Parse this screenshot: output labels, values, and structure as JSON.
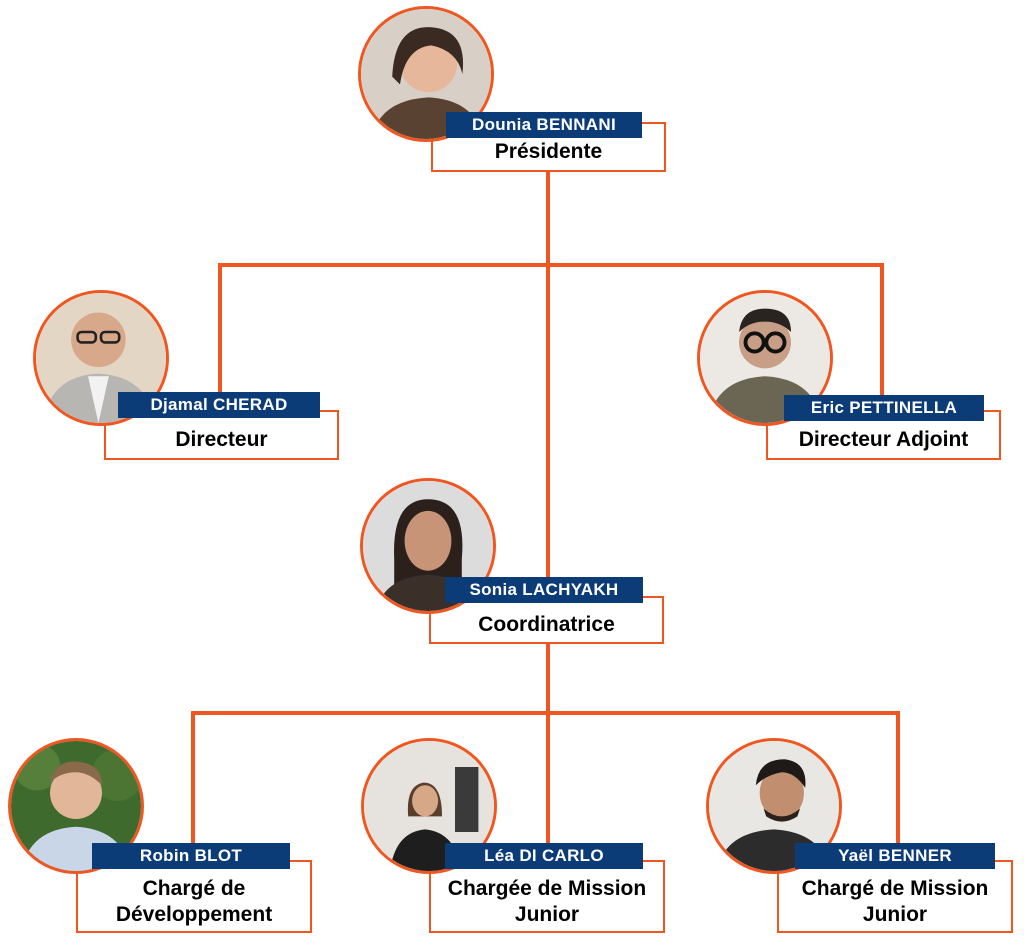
{
  "colors": {
    "accent": "#f0561f",
    "name_tag_bg": "#0b3c78",
    "name_tag_text": "#ffffff",
    "role_text": "#000000",
    "background": "#ffffff"
  },
  "members": {
    "president": {
      "name": "Dounia BENNANI",
      "role": "Présidente"
    },
    "director": {
      "name": "Djamal CHERAD",
      "role": "Directeur"
    },
    "deputy": {
      "name": "Eric PETTINELLA",
      "role": "Directeur Adjoint"
    },
    "coordinator": {
      "name": "Sonia LACHYAKH",
      "role": "Coordinatrice"
    },
    "dev": {
      "name": "Robin BLOT",
      "role_line1": "Chargé de",
      "role_line2": "Développement"
    },
    "mission1": {
      "name": "Léa DI CARLO",
      "role_line1": "Chargée de Mission",
      "role_line2": "Junior"
    },
    "mission2": {
      "name": "Yaël BENNER",
      "role_line1": "Chargé de Mission",
      "role_line2": "Junior"
    }
  }
}
